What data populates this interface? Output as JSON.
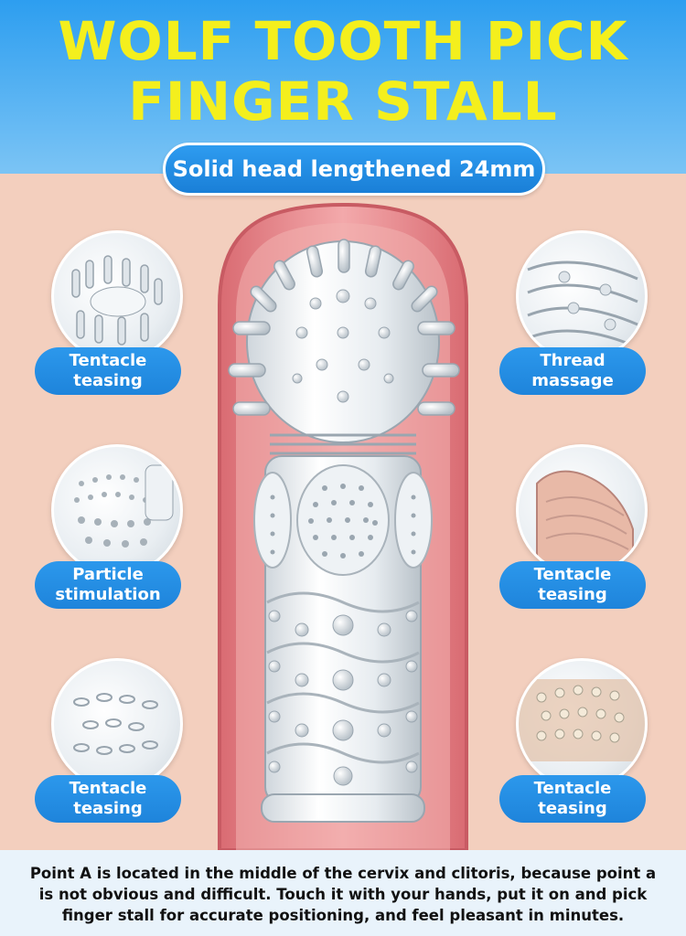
{
  "header": {
    "title_line1": "WOLF TOOTH PICK",
    "title_line2": "FINGER STALL",
    "subtitle": "Solid head lengthened 24mm",
    "bg_color": "#2d9ef0",
    "title_color": "#f4ef1d"
  },
  "features": {
    "left": [
      {
        "label": "Tentacle\nteasing",
        "icon": "spiked-tip-closeup"
      },
      {
        "label": "Particle\nstimulation",
        "icon": "dotted-texture-closeup"
      },
      {
        "label": "Tentacle\nteasing",
        "icon": "clear-nubs-closeup"
      }
    ],
    "right": [
      {
        "label": "Thread\nmassage",
        "icon": "ribbed-thread-closeup"
      },
      {
        "label": "Tentacle\nteasing",
        "icon": "wavy-ridges-closeup"
      },
      {
        "label": "Tentacle\nteasing",
        "icon": "nubbed-sleeve-closeup"
      }
    ]
  },
  "center_product": {
    "icon": "clear-spiked-sleeve"
  },
  "description": "Point A is located in the middle of the cervix and clitoris, because point a is not obvious and difficult. Touch it with your hands, put it on and pick finger stall for accurate positioning, and feel pleasant in minutes.",
  "colors": {
    "accent_blue": "#1e84db",
    "background_skin": "#f3cfbe",
    "inner_pink": "#e98c8f",
    "footer_bg": "#e9f3fb"
  }
}
